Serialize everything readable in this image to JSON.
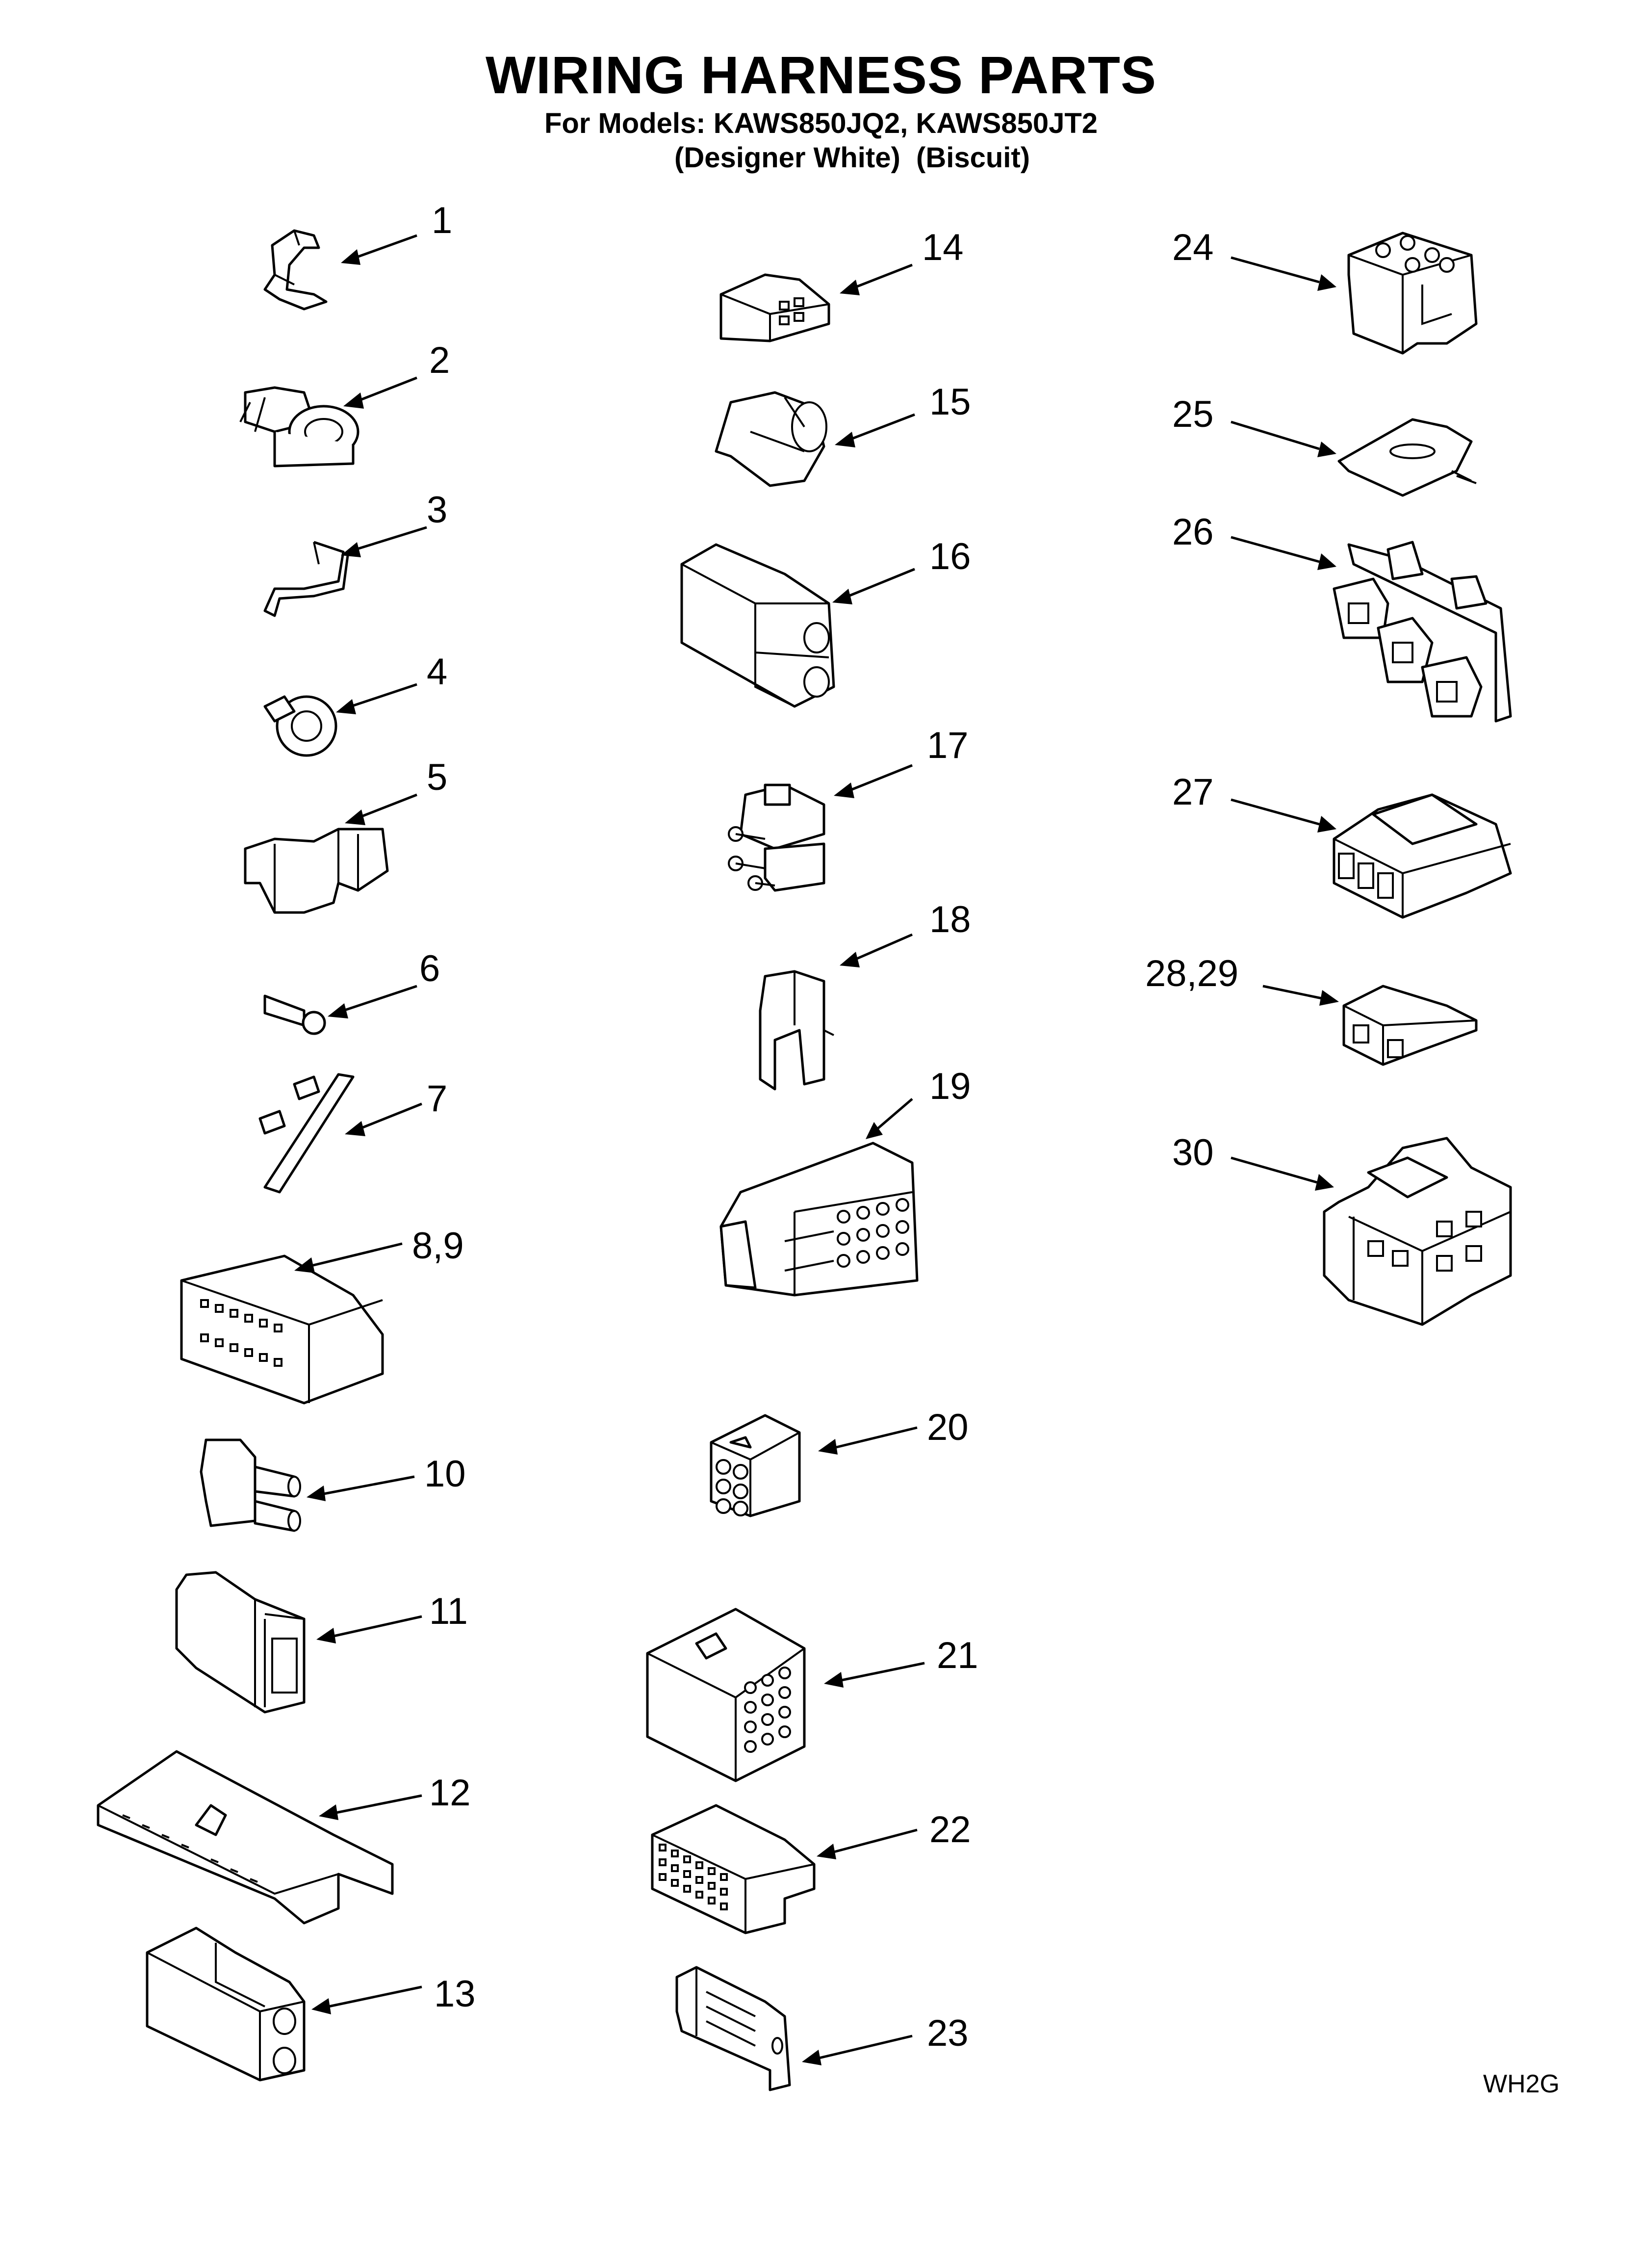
{
  "header": {
    "title": "WIRING HARNESS PARTS",
    "models_line": "For Models: KAWS850JQ2, KAWS850JT2",
    "variants_line": "(Designer White)  (Biscuit)"
  },
  "footer": {
    "code": "WH2G"
  },
  "callouts": [
    "1",
    "2",
    "3",
    "4",
    "5",
    "6",
    "7",
    "8,9",
    "10",
    "11",
    "12",
    "13",
    "14",
    "15",
    "16",
    "17",
    "18",
    "19",
    "20",
    "21",
    "22",
    "23",
    "24",
    "25",
    "26",
    "27",
    "28,29",
    "30"
  ]
}
